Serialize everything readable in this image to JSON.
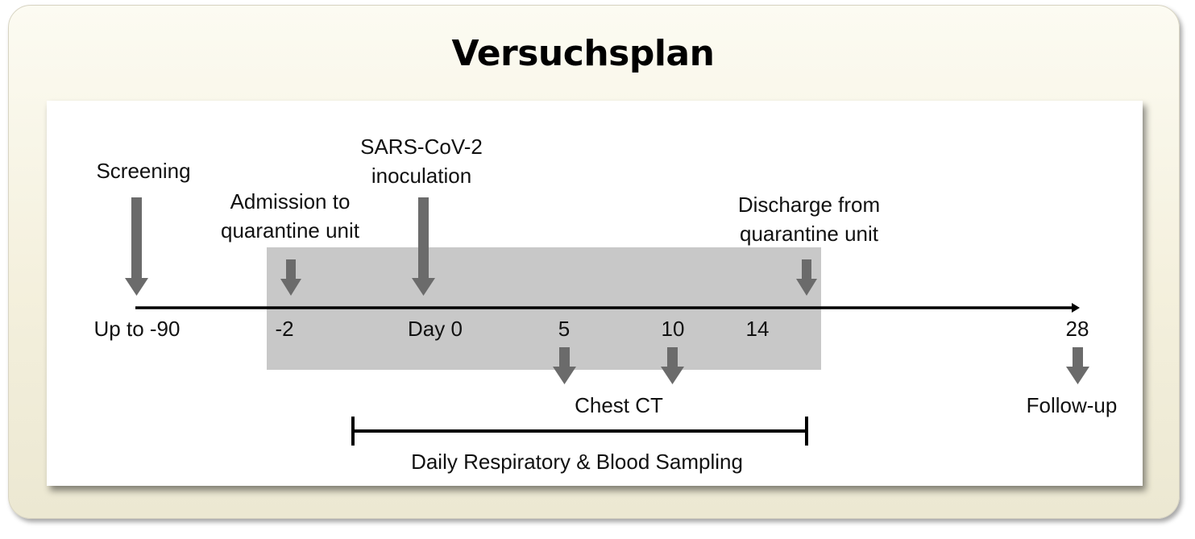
{
  "title": "Versuchsplan",
  "labels": {
    "screening": "Screening",
    "admission_1": "Admission to",
    "admission_2": "quarantine unit",
    "inoculation_1": "SARS-CoV-2",
    "inoculation_2": "inoculation",
    "discharge_1": "Discharge from",
    "discharge_2": "quarantine unit",
    "chest_ct": "Chest CT",
    "follow_up": "Follow-up",
    "sampling": "Daily Respiratory & Blood Sampling"
  },
  "ticks": {
    "up_to_90": "Up to -90",
    "minus_2": "-2",
    "day_0": "Day 0",
    "d5": "5",
    "d10": "10",
    "d14": "14",
    "d28": "28"
  },
  "colors": {
    "arrow": "#6b6b6b",
    "shaded_region": "#c8c8c8",
    "axis": "#000000"
  }
}
